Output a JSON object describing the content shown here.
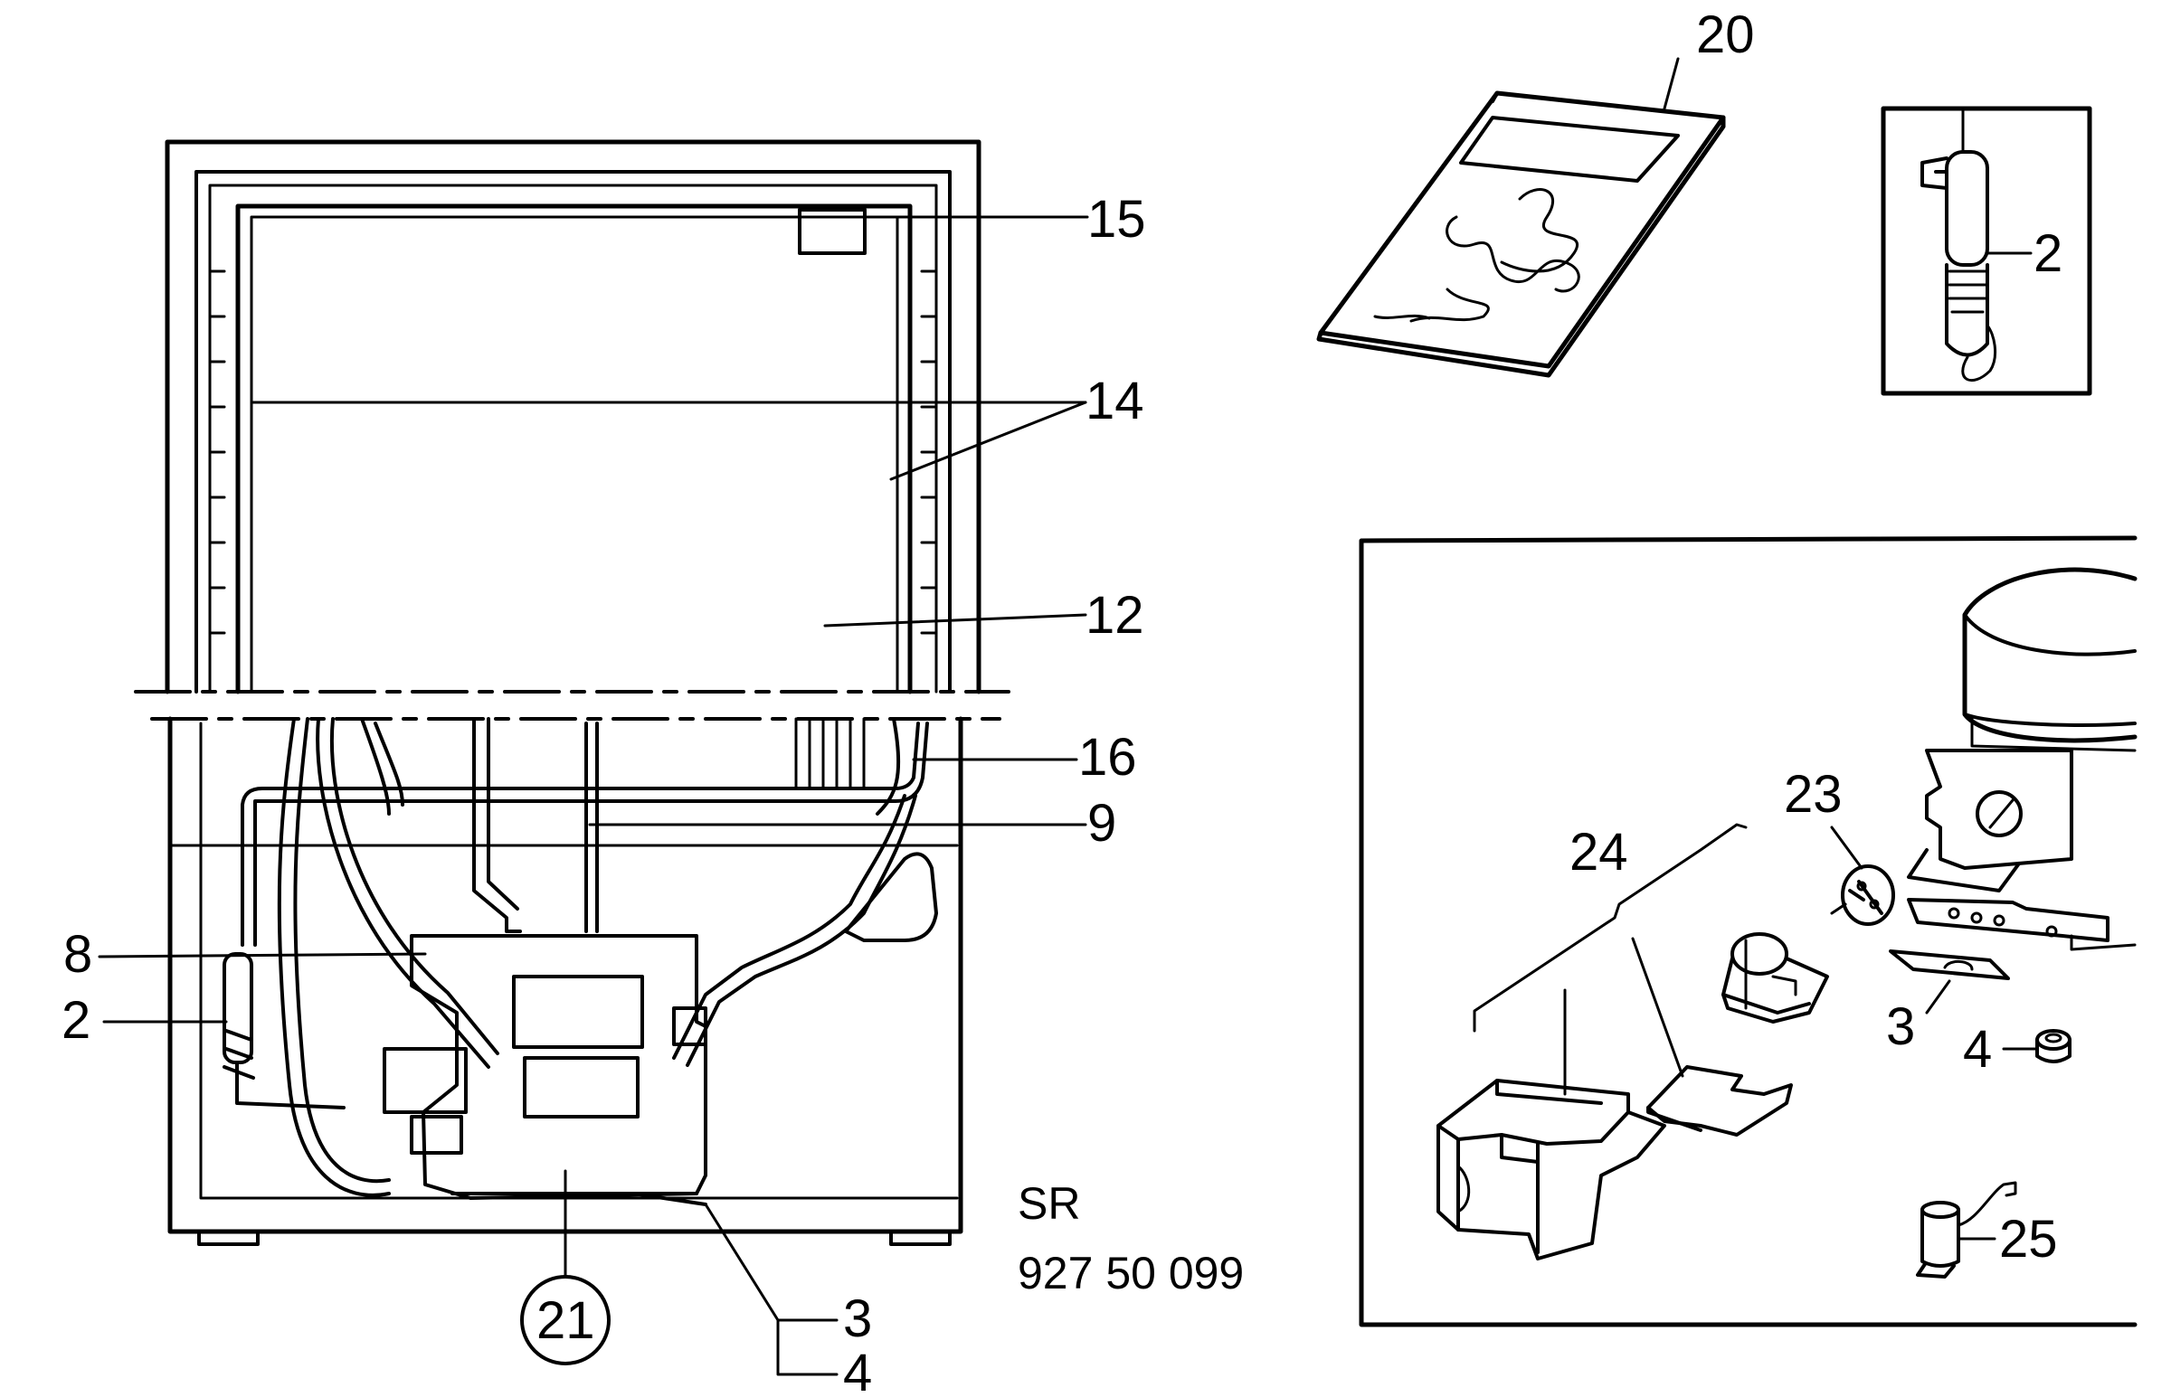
{
  "diagram": {
    "doc_code": "SR",
    "doc_number": "927 50 099",
    "labels": {
      "l15": "15",
      "l14": "14",
      "l12": "12",
      "l16": "16",
      "l9": "9",
      "l8": "8",
      "l2_left": "2",
      "l21": "21",
      "l3_bottom": "3",
      "l4_bottom": "4",
      "l20": "20",
      "l2_inset": "2",
      "l23": "23",
      "l24": "24",
      "l3_right": "3",
      "l4_right": "4",
      "l25": "25"
    }
  }
}
